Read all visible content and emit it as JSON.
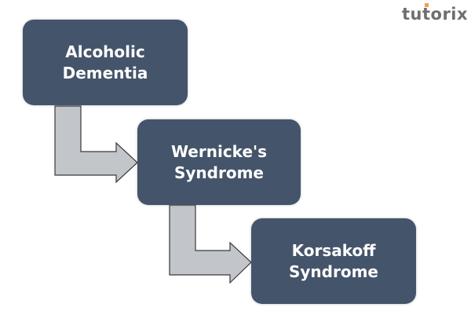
{
  "logo": {
    "text": "tutorix"
  },
  "nodes": [
    {
      "line1": "Alcoholic",
      "line2": "Dementia"
    },
    {
      "line1": "Wernicke's",
      "line2": "Syndrome"
    },
    {
      "line1": "Korsakoff",
      "line2": "Syndrome"
    }
  ],
  "colors": {
    "node_fill": "#44546a",
    "arrow_fill": "#c2c5c9",
    "arrow_stroke": "#3a3a3a",
    "text": "#ffffff"
  }
}
